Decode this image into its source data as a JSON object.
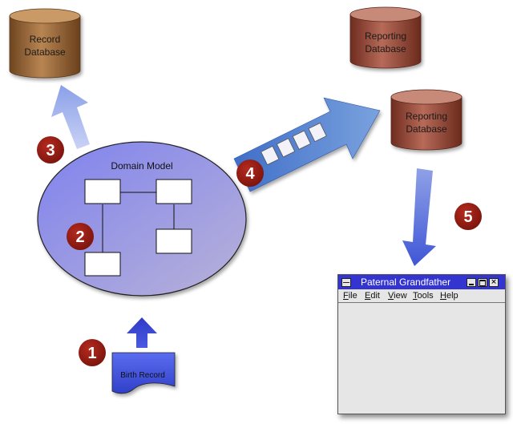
{
  "steps": [
    "1",
    "2",
    "3",
    "4",
    "5"
  ],
  "record_database": {
    "line1": "Record",
    "line2": "Database"
  },
  "reporting_database_1": {
    "line1": "Reporting",
    "line2": "Database"
  },
  "reporting_database_2": {
    "line1": "Reporting",
    "line2": "Database"
  },
  "domain_model": {
    "title": "Domain Model"
  },
  "birth_record": {
    "label": "Birth Record"
  },
  "app_window": {
    "title": "Paternal Grandfather",
    "menu": [
      "File",
      "Edit",
      "View",
      "Tools",
      "Help"
    ],
    "close_glyph": "×"
  },
  "colors": {
    "step_badge": "#8b1a12",
    "record_db": "#9a6a3a",
    "reporting_db": "#9c4a3a",
    "domain_model": "#9aa0e8",
    "title_bar": "#3434d0",
    "arrow_blue": "#3d4fd1"
  }
}
